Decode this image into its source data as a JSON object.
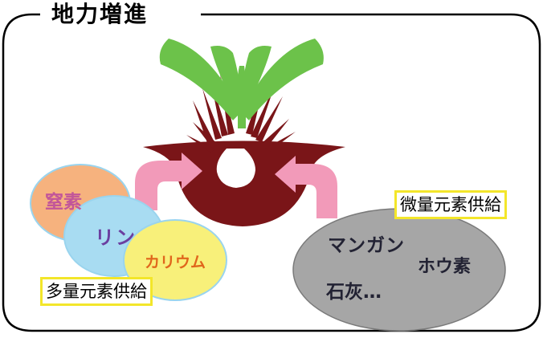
{
  "title": "地力増進",
  "macro": {
    "label": "多量元素供給",
    "items": [
      "窒素",
      "リン",
      "カリウム"
    ]
  },
  "micro": {
    "label": "微量元素供給",
    "items": [
      "マンガン",
      "ホウ素",
      "石灰…"
    ]
  },
  "colors": {
    "frame": "#000000",
    "leaf": "#6cc24a",
    "soil": "#7a1518",
    "arrow": "#f29ab9",
    "nitrogen_fill": "#f6b27e",
    "phosphorus_fill": "#a8dcf2",
    "potassium_fill": "#f8f07a",
    "micro_fill": "#a6a6a6",
    "label_border": "#f3e62a",
    "blob_text_pink": "#c2569a",
    "blob_text_purple": "#6b3fa0",
    "blob_text_orange": "#e0661c",
    "blob_text_dark": "#222233"
  }
}
